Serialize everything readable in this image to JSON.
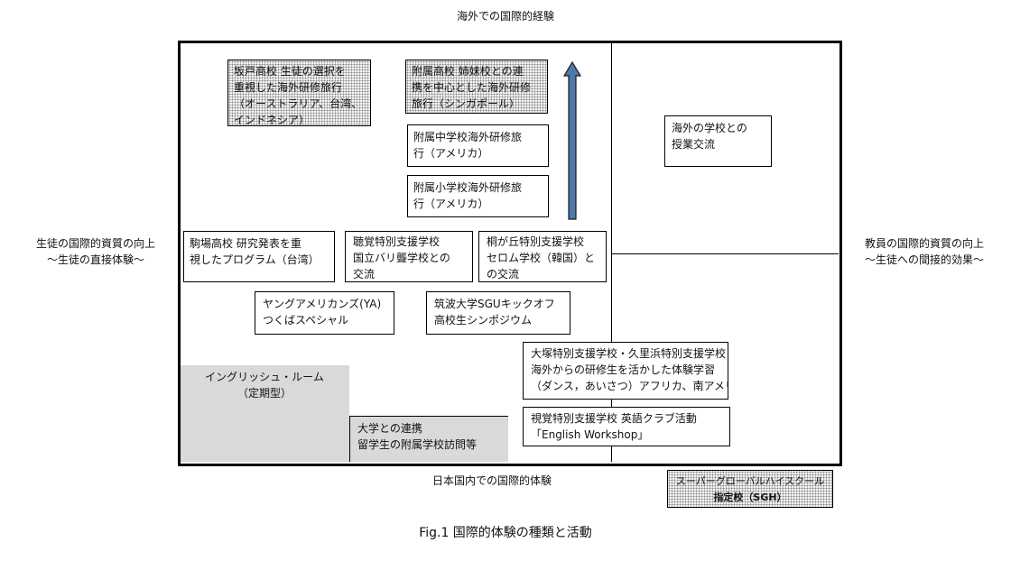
{
  "axes": {
    "top": "海外での国際的経験",
    "bottom": "日本国内での国際的体験",
    "left": [
      "生徒の国際的資質の向上",
      "～生徒の直接体験～"
    ],
    "right": [
      "教員の国際的資質の向上",
      "～生徒への間接的効果～"
    ]
  },
  "boxes": {
    "sakado": [
      "坂戸高校 生徒の選択を",
      "重視した海外研修旅行",
      "（オーストラリア、台湾、",
      "インドネシア）"
    ],
    "fuzoku_hs": [
      "附属高校 姉妹校との連",
      "携を中心とした海外研修",
      "旅行（シンガポール）"
    ],
    "fuzoku_jhs": [
      "附属中学校海外研修旅",
      "行（アメリカ）"
    ],
    "fuzoku_es": [
      "附属小学校海外研修旅",
      "行（アメリカ）"
    ],
    "overseas_exchange": [
      "海外の学校との",
      "授業交流"
    ],
    "komaba": [
      "駒場高校 研究発表を重",
      "視したプログラム（台湾）"
    ],
    "chokaku": [
      "聴覚特別支援学校",
      "国立バリ聾学校との",
      "交流"
    ],
    "kirigaoka": [
      "桐が丘特別支援学校",
      "セロム学校（韓国）と",
      "の交流"
    ],
    "young_americans": [
      "ヤングアメリカンズ(YA)",
      "つくばスペシャル"
    ],
    "sgu": [
      "筑波大学SGUキックオフ",
      "高校生シンポジウム"
    ],
    "otsuka": [
      "大塚特別支援学校・久里浜特別支援学校",
      "海外からの研修生を活かした体験学習",
      "（ダンス，あいさつ）アフリカ、南アメリカ"
    ],
    "english_room": [
      "イングリッシュ・ルーム",
      "（定期型）"
    ],
    "university": [
      "大学との連携",
      "留学生の附属学校訪問等"
    ],
    "shikaku": [
      "視覚特別支援学校 英語クラブ活動",
      "「English Workshop」"
    ]
  },
  "legend": [
    "スーパーグローバルハイスクール",
    "指定校（SGH）"
  ],
  "caption": "Fig.1 国際的体験の種類と活動",
  "colors": {
    "frame": "#000000",
    "gray_area": "#d9d9d9",
    "arrow": "#4f79a8"
  }
}
